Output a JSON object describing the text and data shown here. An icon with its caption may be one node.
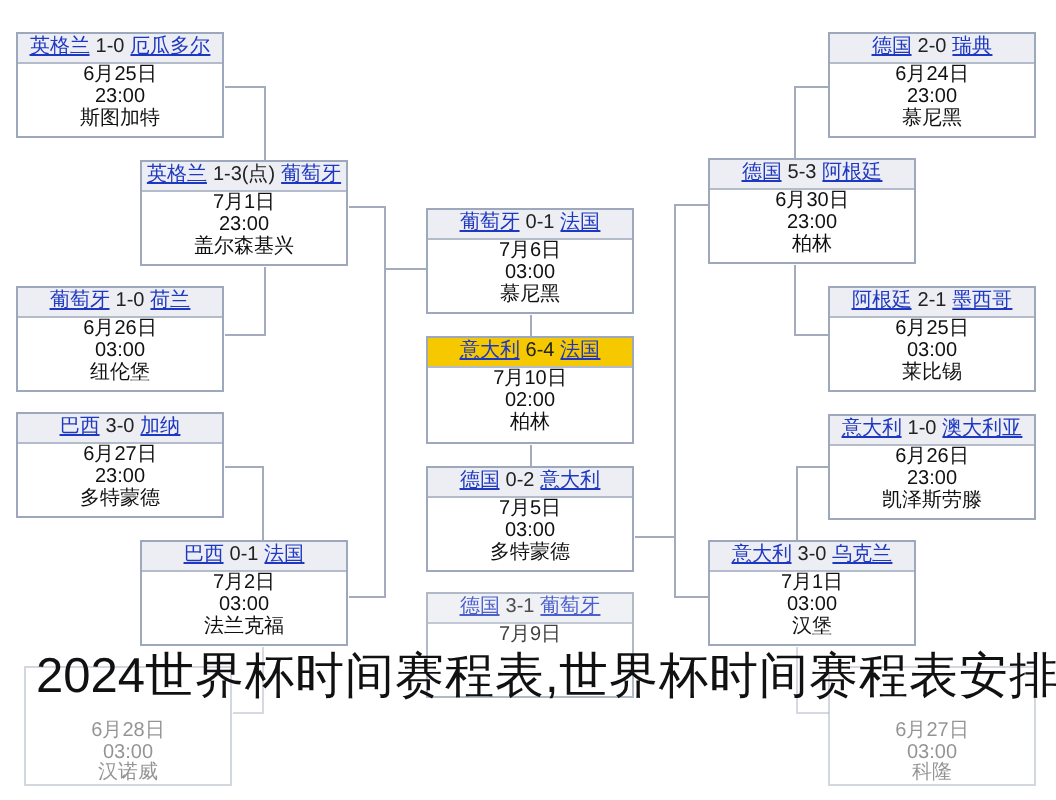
{
  "diagram": {
    "caption": "2024世界杯时间赛程表,世界杯时间赛程表安排",
    "nodes": [
      {
        "text": [
          "英格兰",
          "1-0",
          "厄瓜多尔",
          "6月25日",
          "23:00",
          "斯图加特"
        ]
      },
      {
        "text": [
          "英格兰",
          "1-3(点)",
          "葡萄牙",
          "7月1日",
          "23:00",
          "盖尔森基兴"
        ]
      },
      {
        "text": [
          "葡萄牙",
          "1-0",
          "荷兰",
          "6月26日",
          "03:00",
          "纽伦堡"
        ]
      },
      {
        "text": [
          "巴西",
          "3-0",
          "加纳",
          "6月27日",
          "23:00",
          "多特蒙德"
        ]
      },
      {
        "text": [
          "巴西",
          "0-1",
          "法国",
          "7月2日",
          "03:00",
          "法兰克福"
        ]
      },
      {
        "text": [
          "6月28日",
          "03:00",
          "汉诺威"
        ]
      },
      {
        "text": [
          "葡萄牙",
          "0-1",
          "法国",
          "7月6日",
          "03:00",
          "慕尼黑"
        ]
      },
      {
        "text": [
          "意大利",
          "6-4",
          "法国",
          "7月10日",
          "02:00",
          "柏林"
        ]
      },
      {
        "text": [
          "德国",
          "0-2",
          "意大利",
          "7月5日",
          "03:00",
          "多特蒙德"
        ]
      },
      {
        "text": [
          "德国",
          "3-1",
          "葡萄牙",
          "7月9日"
        ]
      },
      {
        "text": [
          "德国",
          "2-0",
          "瑞典",
          "6月24日",
          "23:00",
          "慕尼黑"
        ]
      },
      {
        "text": [
          "德国",
          "5-3",
          "阿根廷",
          "6月30日",
          "23:00",
          "柏林"
        ]
      },
      {
        "text": [
          "阿根廷",
          "2-1",
          "墨西哥",
          "6月25日",
          "03:00",
          "莱比锡"
        ]
      },
      {
        "text": [
          "意大利",
          "1-0",
          "澳大利亚",
          "6月26日",
          "23:00",
          "凯泽斯劳滕"
        ]
      },
      {
        "text": [
          "意大利",
          "3-0",
          "乌克兰",
          "7月1日",
          "03:00",
          "汉堡"
        ]
      },
      {
        "text": [
          "6月27日",
          "03:00",
          "科隆"
        ]
      }
    ],
    "edges": [
      {
        "from": 0,
        "to": 1,
        "arrow": "none"
      },
      {
        "from": 2,
        "to": 1,
        "arrow": "none"
      },
      {
        "from": 3,
        "to": 4,
        "arrow": "none"
      },
      {
        "from": 5,
        "to": 4,
        "arrow": "none"
      },
      {
        "from": 1,
        "to": 6,
        "arrow": "none"
      },
      {
        "from": 4,
        "to": 6,
        "arrow": "none"
      },
      {
        "from": 6,
        "to": 7,
        "arrow": "none"
      },
      {
        "from": 8,
        "to": 7,
        "arrow": "none"
      },
      {
        "from": 10,
        "to": 11,
        "arrow": "none"
      },
      {
        "from": 12,
        "to": 11,
        "arrow": "none"
      },
      {
        "from": 13,
        "to": 14,
        "arrow": "none"
      },
      {
        "from": 15,
        "to": 14,
        "arrow": "none"
      },
      {
        "from": 11,
        "to": 8,
        "arrow": "none"
      },
      {
        "from": 14,
        "to": 8,
        "arrow": "none"
      }
    ]
  }
}
